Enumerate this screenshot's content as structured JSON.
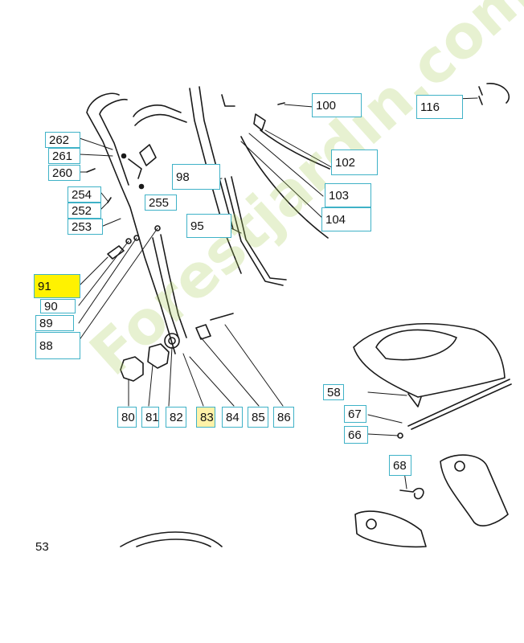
{
  "watermark": "Forestjardin.com",
  "colors": {
    "label_border": "#3fb2c7",
    "highlight": "#fff200",
    "highlight_soft": "#fff2a8",
    "watermark": "#aacd5a"
  },
  "labels": {
    "l100": "100",
    "l116": "116",
    "l262": "262",
    "l261": "261",
    "l260": "260",
    "l102": "102",
    "l98": "98",
    "l103": "103",
    "l254": "254",
    "l255": "255",
    "l252": "252",
    "l104": "104",
    "l95": "95",
    "l253": "253",
    "l91": "91",
    "l90": "90",
    "l89": "89",
    "l88": "88",
    "l58": "58",
    "l80": "80",
    "l81": "81",
    "l82": "82",
    "l83": "83",
    "l84": "84",
    "l85": "85",
    "l86": "86",
    "l67": "67",
    "l66": "66",
    "l68": "68",
    "l53": "53"
  },
  "highlighted_parts": [
    "91",
    "83"
  ]
}
